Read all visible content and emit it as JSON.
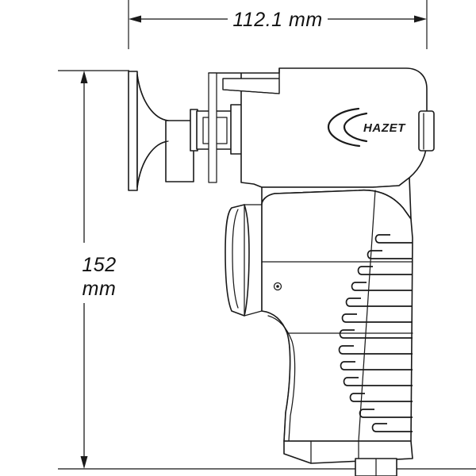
{
  "drawing": {
    "title": "HAZET pneumatic impact wrench technical drawing",
    "view": "side elevation",
    "background_color": "#ffffff",
    "line_color": "#1a1a1a",
    "dimension_color": "#3a3a3a"
  },
  "dimensions": {
    "width": {
      "label": "112.1 mm",
      "value": 112.1,
      "unit": "mm",
      "orientation": "horizontal",
      "axis": "length"
    },
    "height": {
      "label_line1": "152",
      "label_line2": "mm",
      "label": "152 mm",
      "value": 152,
      "unit": "mm",
      "orientation": "vertical",
      "axis": "height"
    }
  },
  "branding": {
    "logo_text": "HAZET",
    "logo_mark": "c-bracket-icon"
  },
  "parts": {
    "anvil_flange": "anvil-flange-plate",
    "anvil_cone": "anvil-taper-cone",
    "anvil_hub": "anvil-hub",
    "square_drive": "square-drive",
    "motor_housing": "motor-housing",
    "top_panel": "top-recess-panel",
    "rear_selector": "rear-selector-tab",
    "trigger": "trigger-lever",
    "pin_screw": "pin-screw",
    "grip": "grip-handle",
    "grip_ribs": "grip-rib",
    "base": "handle-base",
    "air_inlet": "air-inlet-hex"
  },
  "grip_rib_count": 13
}
